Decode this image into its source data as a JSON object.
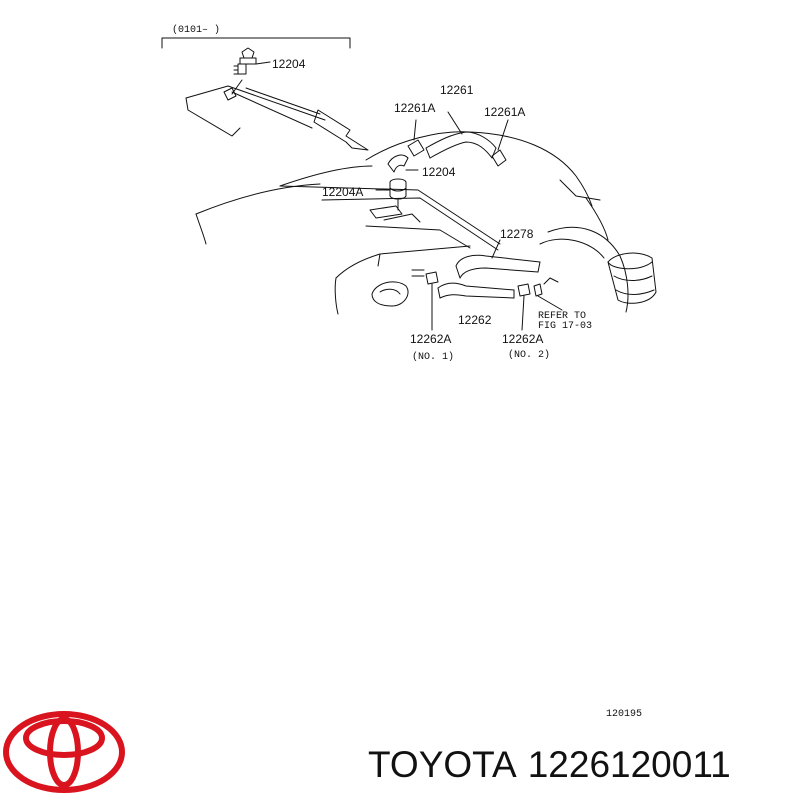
{
  "diagram": {
    "date_range": "(0101–        )",
    "labels": {
      "p12204_top": "12204",
      "p12261": "12261",
      "p12261A_left": "12261A",
      "p12261A_right": "12261A",
      "p12204_mid": "12204",
      "p12204A": "12204A",
      "p12278": "12278",
      "p12262": "12262",
      "p12262A_1": "12262A",
      "p12262A_2": "12262A",
      "no1": "(NO. 1)",
      "no2": "(NO. 2)",
      "refer1": "REFER TO",
      "refer2": "FIG  17-03",
      "code": "120195"
    }
  },
  "footer": {
    "brand": "TOYOTA",
    "part_number": "1226120011",
    "logo_color": "#d9141e"
  }
}
